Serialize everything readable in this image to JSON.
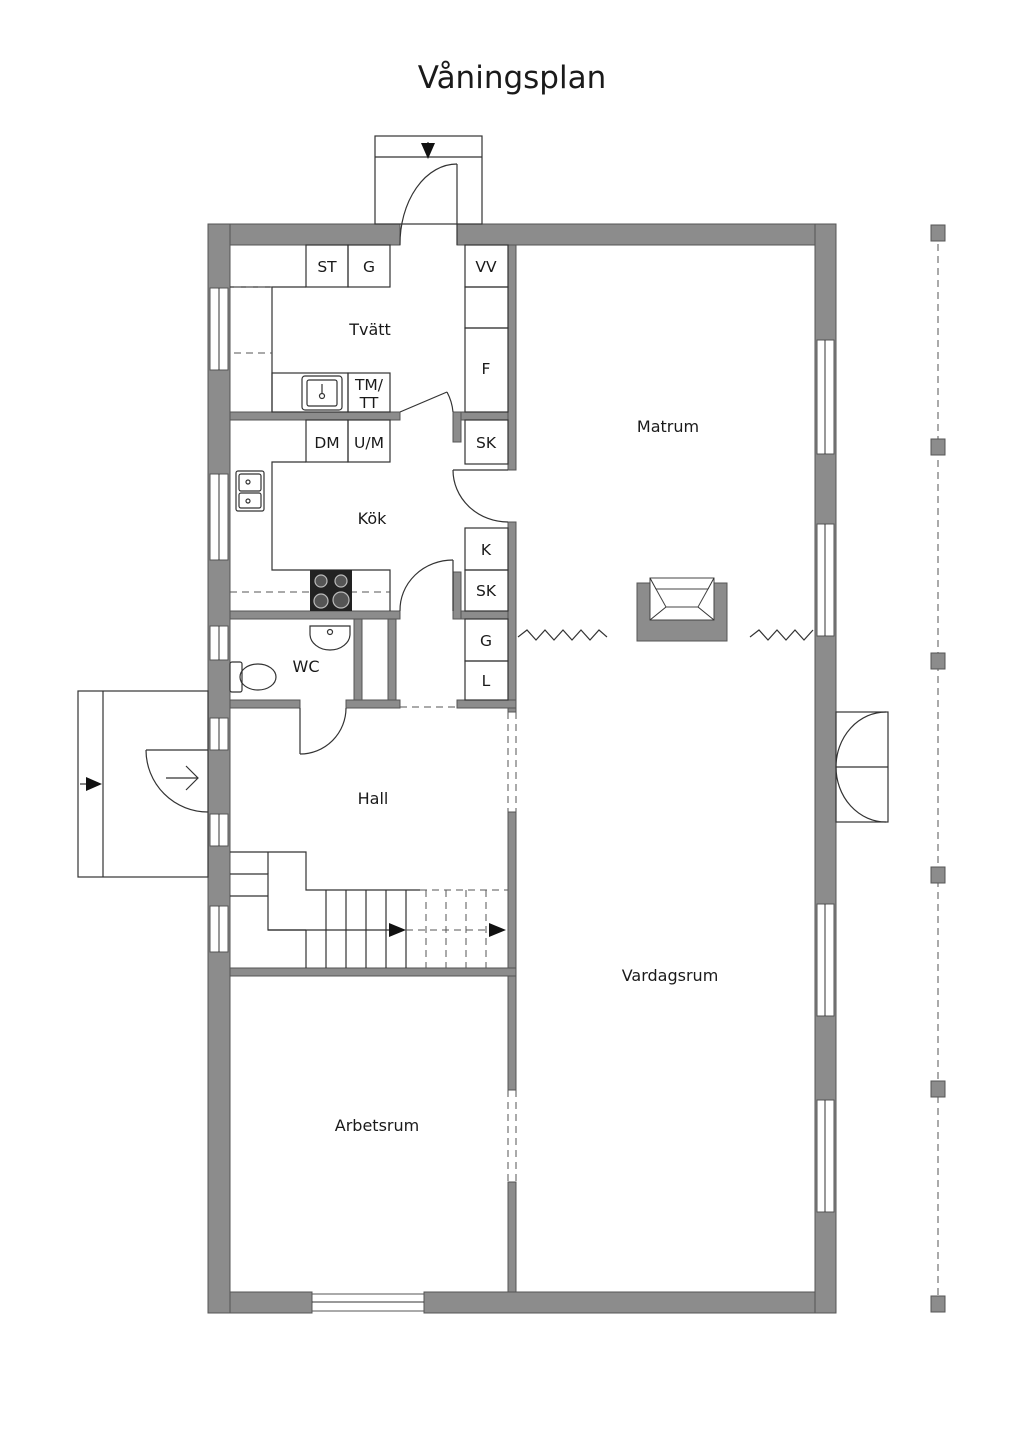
{
  "title": "Våningsplan",
  "rooms": {
    "tvatt": "Tvätt",
    "kok": "Kök",
    "wc": "WC",
    "hall": "Hall",
    "matrum": "Matrum",
    "vardagsrum": "Vardagsrum",
    "arbetsrum": "Arbetsrum"
  },
  "fixtures": {
    "st": "ST",
    "g_tvatt": "G",
    "vv": "VV",
    "f": "F",
    "tm": "TM/",
    "tt": "TT",
    "dm": "DM",
    "um": "U/M",
    "sk_top": "SK",
    "k": "K",
    "sk_bottom": "SK",
    "g_hall": "G",
    "l": "L"
  },
  "colors": {
    "wall": "#8c8c8c",
    "line": "#333333",
    "text": "#1a1a1a"
  }
}
